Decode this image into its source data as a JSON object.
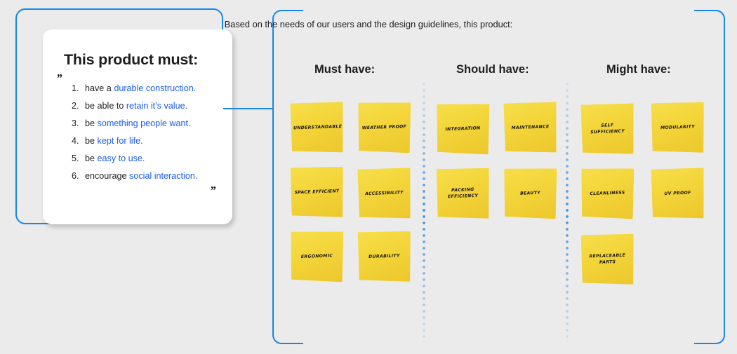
{
  "theme": {
    "background": "#ebebeb",
    "accent_blue": "#1a86e8",
    "link_blue": "#1a5cf0",
    "note_yellow": "#f3d539",
    "text_dark": "#1d1d1d"
  },
  "left_panel": {
    "title": "This product must:",
    "quote_open": "”",
    "quote_close": "”",
    "requirements": [
      {
        "prefix": "have a ",
        "highlight": "durable construction."
      },
      {
        "prefix": "be able to ",
        "highlight": "retain it’s value."
      },
      {
        "prefix": "be ",
        "highlight": "something people want."
      },
      {
        "prefix": "be ",
        "highlight": "kept for life."
      },
      {
        "prefix": "be ",
        "highlight": "easy to use."
      },
      {
        "prefix": "encourage ",
        "highlight": "social interaction."
      }
    ]
  },
  "board": {
    "subtitle": "Based on the needs of our users and the design guidelines, this product:",
    "columns": [
      {
        "id": "must",
        "header": "Must have:",
        "notes": [
          "UNDERSTANDABLE",
          "WEATHER PROOF",
          "SPACE EFFICIENT",
          "ACCESSIBILITY",
          "ERGONOMIC",
          "DURABILITY"
        ]
      },
      {
        "id": "should",
        "header": "Should have:",
        "notes": [
          "INTEGRATION",
          "MAINTENANCE",
          "PACKING\nEFFICIENCY",
          "BEAUTY"
        ]
      },
      {
        "id": "might",
        "header": "Might have:",
        "notes": [
          "SELF SUFFICIENCY",
          "MODULARITY",
          "CLEANLINESS",
          "UV PROOF",
          "REPLACEABLE\nPARTS"
        ]
      }
    ]
  }
}
